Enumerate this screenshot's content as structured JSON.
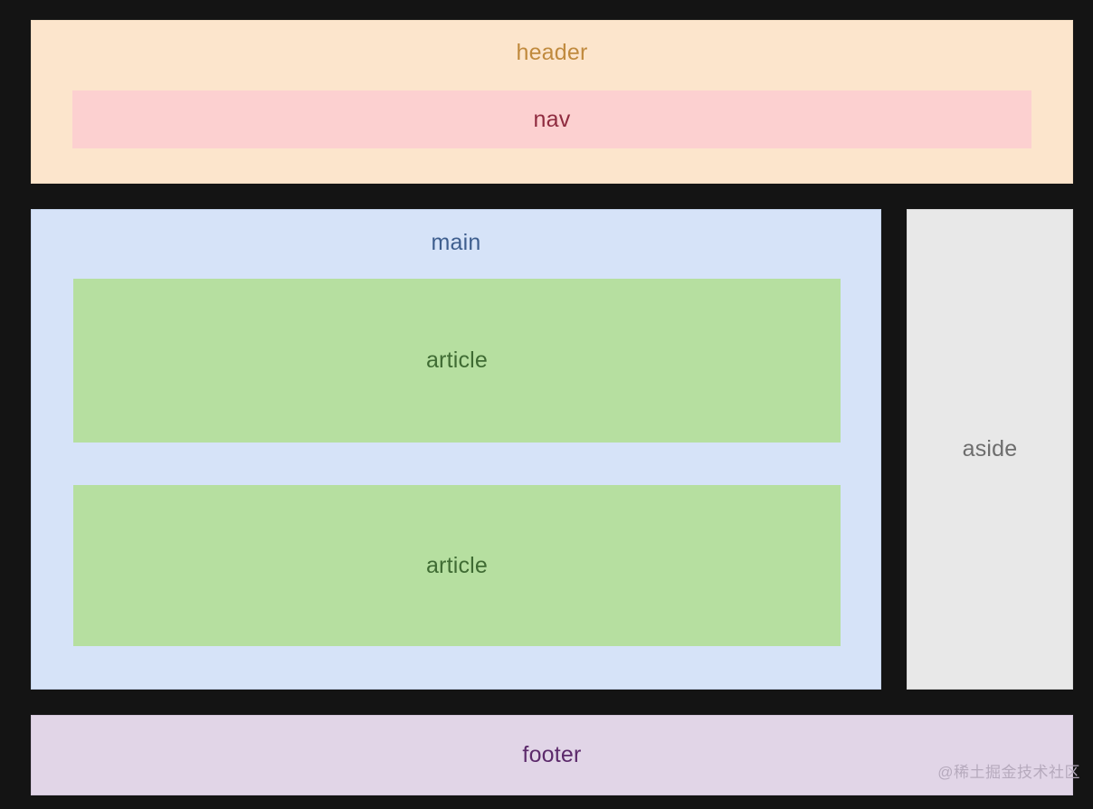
{
  "diagram": {
    "title": "HTML5 semantic layout diagram",
    "background_color": "#141414",
    "regions": {
      "header": {
        "label": "header",
        "fill": "#fce5cc",
        "text_color": "#c08a3e"
      },
      "nav": {
        "label": "nav",
        "fill": "#fcd0d0",
        "text_color": "#8f2b3f"
      },
      "main": {
        "label": "main",
        "fill": "#d6e3f8",
        "text_color": "#3e5e8e"
      },
      "articles": [
        {
          "label": "article",
          "fill": "#b6dfa0",
          "text_color": "#3f6b33"
        },
        {
          "label": "article",
          "fill": "#b6dfa0",
          "text_color": "#3f6b33"
        }
      ],
      "aside": {
        "label": "aside",
        "fill": "#e8e8e8",
        "text_color": "#6d6d6d"
      },
      "footer": {
        "label": "footer",
        "fill": "#e1d5e7",
        "text_color": "#5c2a6b"
      }
    }
  },
  "watermark": {
    "text": "@稀土掘金技术社区",
    "color": "#b6aabd"
  }
}
